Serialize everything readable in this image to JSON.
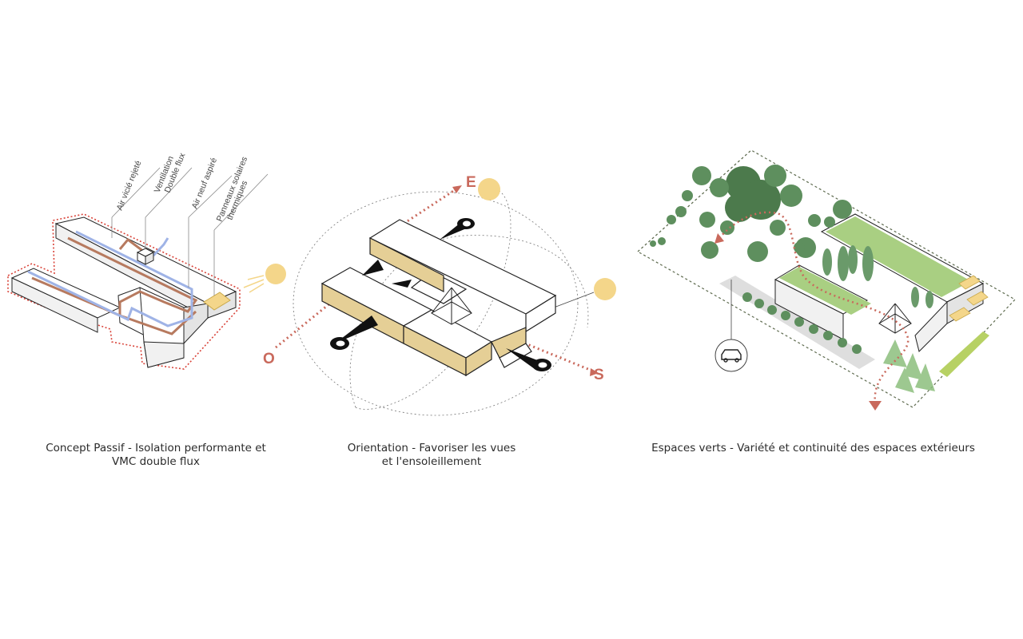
{
  "colors": {
    "sun": "#f4d68a",
    "wood": "#e5cf96",
    "duct_warm": "#b77a5f",
    "duct_cool": "#9fb3e6",
    "insulation": "#d9443a",
    "path_red": "#c9695c",
    "roof_green": "#a9cf82",
    "tree_green": "#5e8f5e",
    "tree_green_light": "#8cbf7d",
    "panel_yellow": "#f4d68a",
    "outline": "#222222"
  },
  "panel1": {
    "callouts": {
      "air_vicie": "Air vicié rejeté",
      "ventilation_1": "Ventilation",
      "ventilation_2": "Double flux",
      "air_neuf": "Air neuf aspiré",
      "panneaux_1": "Panneaux solaires",
      "panneaux_2": "thermiques"
    },
    "caption": {
      "line1": "Concept Passif - Isolation performante et",
      "line2": "VMC double flux"
    }
  },
  "panel2": {
    "compass": {
      "east": "E",
      "west": "O",
      "south": "S"
    },
    "caption": {
      "line1": "Orientation - Favoriser les vues",
      "line2": "et l'ensoleillement"
    }
  },
  "panel3": {
    "icons": [
      "car-icon"
    ],
    "caption": {
      "line1": "Espaces verts - Variété et continuité des espaces extérieurs"
    }
  }
}
